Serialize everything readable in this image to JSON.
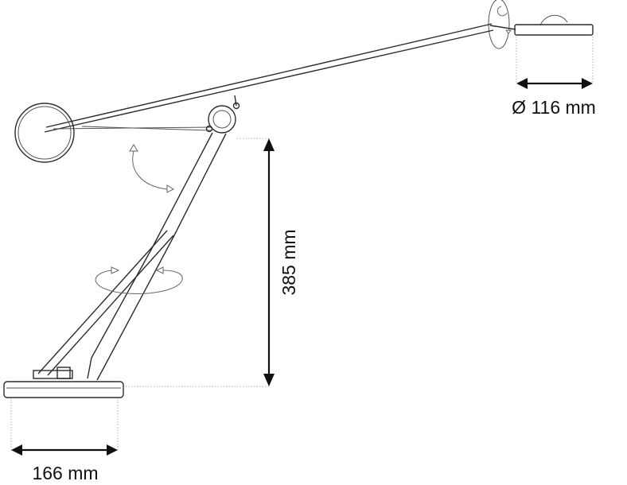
{
  "dimensions": {
    "head_diameter": "Ø 116 mm",
    "height": "385 mm",
    "base_width": "166 mm"
  }
}
